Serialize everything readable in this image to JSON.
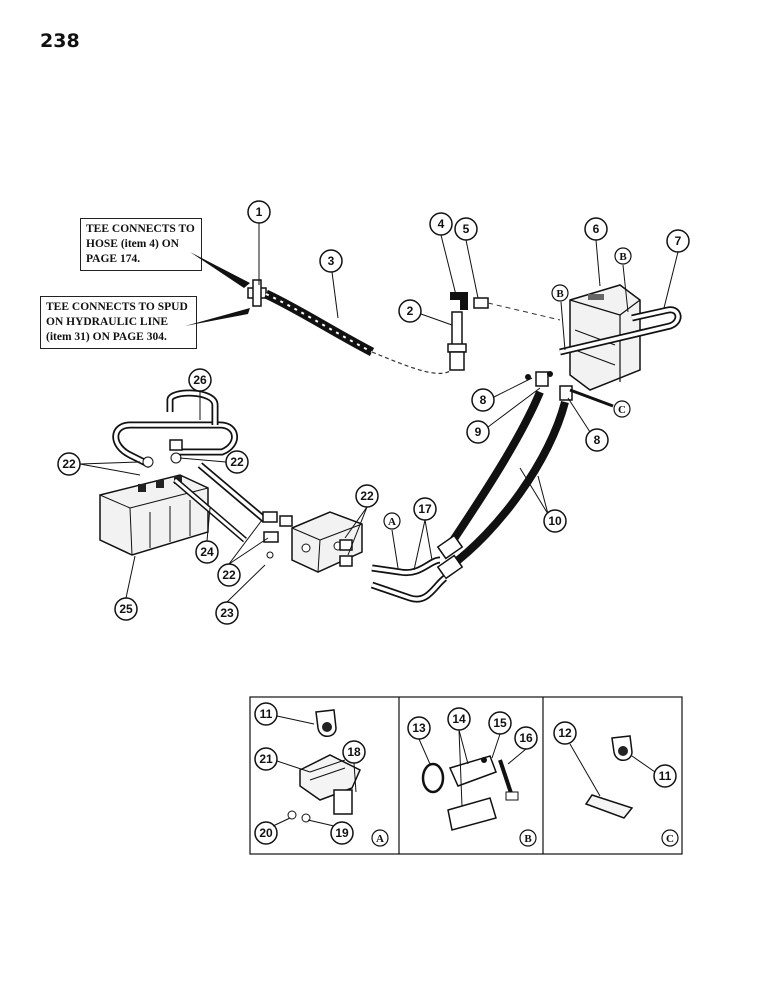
{
  "page_number": "238",
  "notes": [
    {
      "id": "note-1",
      "lines": [
        "TEE CONNECTS TO",
        "HOSE (item 4) ON",
        "PAGE 174."
      ]
    },
    {
      "id": "note-2",
      "lines": [
        "TEE CONNECTS TO SPUD",
        "ON HYDRAULIC LINE",
        "(item 31) ON PAGE 304."
      ]
    }
  ],
  "callouts": [
    "1",
    "2",
    "3",
    "4",
    "5",
    "6",
    "7",
    "8",
    "8",
    "9",
    "10",
    "11",
    "11",
    "12",
    "13",
    "14",
    "15",
    "16",
    "17",
    "18",
    "19",
    "20",
    "21",
    "22",
    "22",
    "22",
    "22",
    "23",
    "24",
    "25",
    "26"
  ],
  "letter_markers": [
    "A",
    "B",
    "B",
    "C",
    "A",
    "B",
    "C"
  ]
}
